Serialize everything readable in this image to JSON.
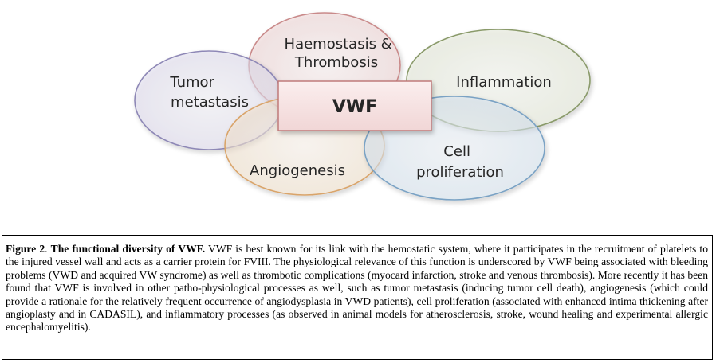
{
  "diagram": {
    "center_label": "VWF",
    "nodes": [
      {
        "id": "haemostasis",
        "lines": [
          "Haemostasis &",
          "Thrombosis"
        ]
      },
      {
        "id": "tumor",
        "lines": [
          "Tumor",
          "metastasis"
        ]
      },
      {
        "id": "inflammation",
        "lines": [
          "Inflammation"
        ]
      },
      {
        "id": "angiogenesis",
        "lines": [
          "Angiogenesis"
        ]
      },
      {
        "id": "cell-proliferation",
        "lines": [
          "Cell",
          "proliferation"
        ]
      }
    ],
    "colors": {
      "haemostasis": "#c98a8a",
      "tumor": "#8e88b6",
      "inflammation": "#8a9a6a",
      "angiogenesis": "#d9a46a",
      "cell-proliferation": "#7aa2c4",
      "center_fill": "#f5e1e1",
      "center_border": "#c07a7a"
    }
  },
  "caption": {
    "label": "Figure 2",
    "title": "The functional diversity of VWF.",
    "text": "VWF is best known for its link with the hemostatic system, where it participates in the recruitment of platelets to the injured vessel wall and acts as a carrier protein for FVIII. The physiological relevance of this function is underscored by VWF being associated with bleeding problems (VWD and acquired VW syndrome) as well as thrombotic complications (myocard infarction, stroke and venous thrombosis). More recently it has been found that VWF is involved in other patho-physiological processes as well, such as tumor metastasis (inducing tumor cell death), angiogenesis (which could provide a rationale for the relatively frequent occurrence of angiodysplasia in VWD patients), cell proliferation (associated with enhanced intima thickening after angioplasty and in CADASIL), and inflammatory processes (as observed in animal models for atherosclerosis, stroke, wound healing and experimental allergic encephalomyelitis)."
  }
}
